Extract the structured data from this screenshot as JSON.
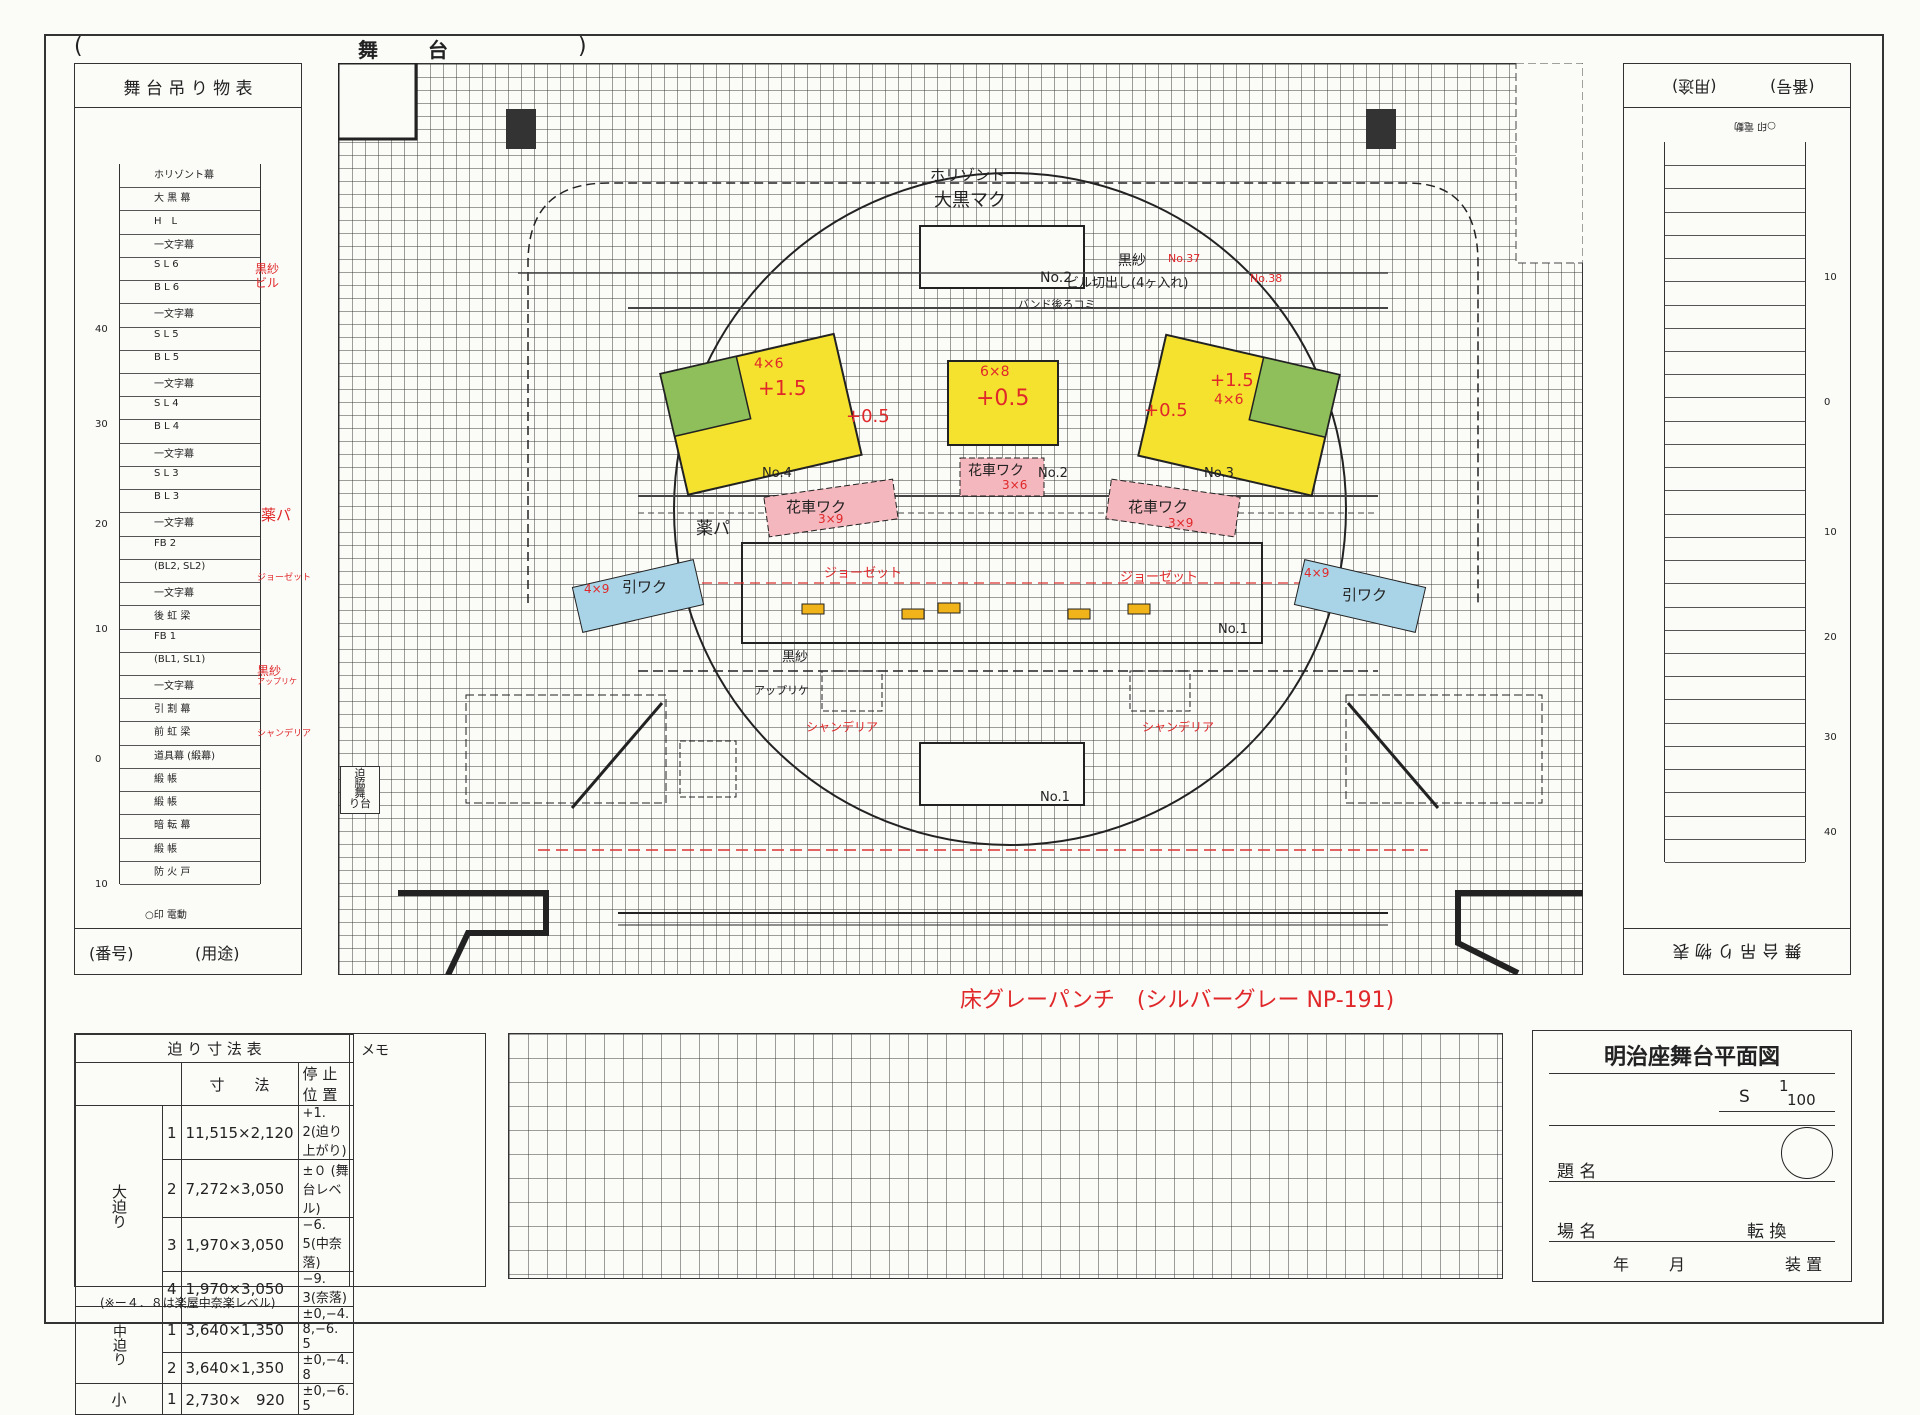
{
  "header": {
    "open_paren": "(",
    "title": "舞台",
    "close_paren": ")"
  },
  "left_panel": {
    "title": "舞 台 吊 り 物 表",
    "footer_number": "(番号)",
    "footer_use": "(用途)",
    "legend": "○印 電動",
    "items": [
      "ホリゾント幕",
      "大 黒 幕",
      "H　L",
      "一文字幕",
      "S L 6",
      "B L 6",
      "一文字幕",
      "S L 5",
      "B L 5",
      "一文字幕",
      "S L 4",
      "B L 4",
      "一文字幕",
      "S L 3",
      "B L 3",
      "一文字幕",
      "FB 2",
      "(BL2, SL2)",
      "一文字幕",
      "後 虹 梁",
      "FB 1",
      "(BL1, SL1)",
      "一文字幕",
      "引 割 幕",
      "前 虹 梁",
      "道具幕 (緞幕)",
      "緞 帳",
      "緞 帳",
      "暗 転 幕",
      "緞 帳",
      "防 火 戸"
    ],
    "scale": [
      "40",
      "30",
      "20",
      "10",
      "0",
      "10"
    ],
    "handwritten": [
      "黒紗",
      "ビル",
      "薬パ",
      "ジョーゼット",
      "黒紗",
      "アップリケ",
      "シャンデリア"
    ]
  },
  "right_panel": {
    "title": "舞 台 吊 り 物 表",
    "header_use": "(用途)",
    "header_number": "(番号)",
    "legend": "○印 電動",
    "scale": [
      "10",
      "0",
      "10",
      "20",
      "30",
      "40"
    ]
  },
  "stage": {
    "labels": {
      "horizont": "ホリゾント",
      "daikoku": "大黒マク",
      "no2_top": "No.2",
      "kurosha": "黒紗",
      "kurosha_no": "No.37",
      "bill_line": "ビル切出し(4ヶ入れ)",
      "bill_no": "No.38",
      "band": "バンド後ろコミ",
      "no4": "No.4",
      "no2_mid": "No.2",
      "no3": "No.3",
      "no1_mid": "No.1",
      "no1_bottom": "No.1",
      "left_dims": "4×6",
      "left_elev": "+1.5",
      "left_mid_elev": "+0.5",
      "center_dims": "6×8",
      "center_elev": "+0.5",
      "right_elev": "+0.5",
      "right_dims": "4×6",
      "right_top_elev": "+1.5",
      "hanaguruma_center": "花車ワク",
      "hanaguruma_center_dims": "3×6",
      "hanaguruma_left": "花車ワク",
      "hanaguruma_left_dims": "3×9",
      "hanaguruma_right": "花車ワク",
      "hanaguruma_right_dims": "3×9",
      "yakupa": "薬パ",
      "hikiwaku_left": "引ワク",
      "hikiwaku_left_dims": "4×9",
      "hikiwaku_right": "引ワク",
      "hikiwaku_right_dims": "4×9",
      "georgette_left": "ジョーゼット",
      "georgette_right": "ジョーゼット",
      "kurosha_low": "黒紗",
      "applique": "アップリケ",
      "chandelier_left": "シャンデリア",
      "chandelier_right": "シャンデリア",
      "seri": [
        "迫",
        "脇",
        "舞",
        "り台"
      ]
    },
    "floor_note": "床グレーパンチ　(シルバーグレー NP-191)"
  },
  "dimension_table": {
    "title": "迫 り 寸 法 表",
    "headers": [
      "寸　　法",
      "停 止 位 置"
    ],
    "groups": [
      {
        "group": "大迫り",
        "rows": [
          {
            "n": "1",
            "size": "11,515×2,120",
            "stop": "+1. 2(迫り上がり)"
          },
          {
            "n": "2",
            "size": "7,272×3,050",
            "stop": "±０ (舞台レベル)"
          },
          {
            "n": "3",
            "size": "1,970×3,050",
            "stop": "−6. 5(中奈落)"
          },
          {
            "n": "4",
            "size": "1,970×3,050",
            "stop": "−9. 3(奈落)"
          }
        ]
      },
      {
        "group": "中迫り",
        "rows": [
          {
            "n": "1",
            "size": "3,640×1,350",
            "stop": "±0,−4. 8,−6. 5"
          },
          {
            "n": "2",
            "size": "3,640×1,350",
            "stop": "±0,−4. 8"
          }
        ]
      },
      {
        "group": "小",
        "rows": [
          {
            "n": "1",
            "size": "2,730×　920",
            "stop": "±0,−6. 5"
          }
        ]
      }
    ],
    "note": "(※ー４．８は楽屋中奈楽レベル)"
  },
  "memo": {
    "label": "メモ"
  },
  "title_block": {
    "title": "明治座舞台平面図",
    "scale_s": "S",
    "scale_num": "1",
    "scale_den": "100",
    "title_label": "題 名",
    "scene_label": "場 名",
    "change_label": "転 換",
    "year_label": "年",
    "month_label": "月",
    "setting_label": "装 置"
  },
  "colors": {
    "yellow": "#f5e22e",
    "green": "#8fbf5a",
    "pink": "#f4b7bd",
    "blue": "#a9d3e6",
    "red_ink": "#e0282a",
    "orange": "#f0b31a"
  }
}
